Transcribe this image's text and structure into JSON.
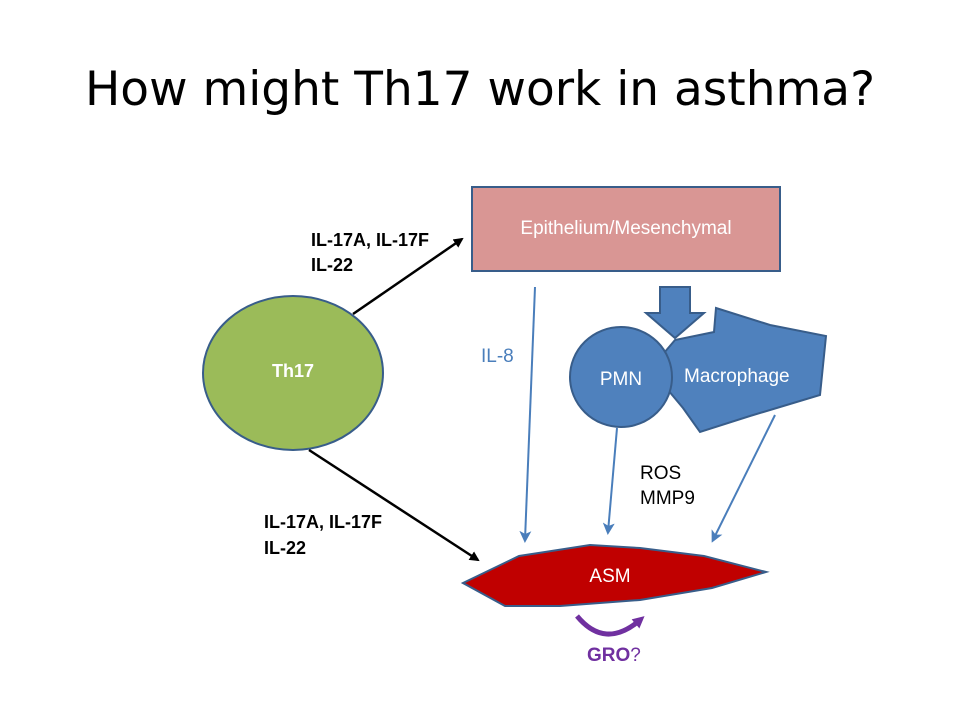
{
  "title": "How might Th17 work in asthma?",
  "nodes": {
    "th17": "Th17",
    "epithelium": "Epithelium/Mesenchymal",
    "pmn": "PMN",
    "macrophage": "Macrophage",
    "asm": "ASM"
  },
  "labels": {
    "th17_to_epi_line1": "IL-17A, IL-17F",
    "th17_to_epi_line2": "IL-22",
    "th17_to_asm_line1": "IL-17A, IL-17F",
    "th17_to_asm_line2": "IL-22",
    "il8": "IL-8",
    "ros": "ROS",
    "mmp9": "MMP9",
    "gro": "GRO",
    "gro_suffix": "?"
  },
  "colors": {
    "th17_fill": "#9bbb59",
    "epithelium_fill": "#d99694",
    "blue_fill": "#4f81bd",
    "blue_stroke": "#385d8a",
    "arrow_blue": "#4a7ebb",
    "asm_fill": "#c00000",
    "gro_purple": "#7030a0"
  }
}
